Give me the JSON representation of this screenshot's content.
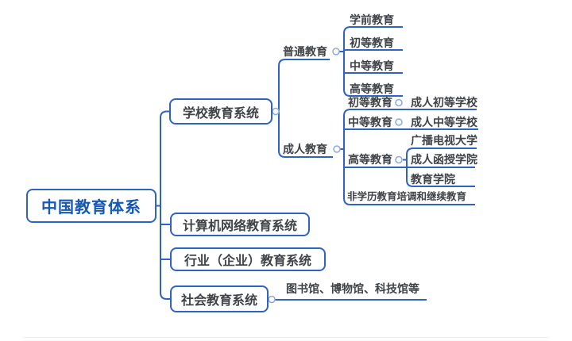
{
  "colors": {
    "line_blue": "#2e63c4",
    "root_text_blue": "#1458b8",
    "node_text": "#3f4347",
    "toggle_ring_blue": "#8aabdf",
    "background": "#ffffff"
  },
  "tree": {
    "label": "中国教育体系",
    "children": [
      {
        "label": "学校教育系统",
        "children": [
          {
            "label": "普通教育",
            "children": [
              {
                "label": "学前教育"
              },
              {
                "label": "初等教育"
              },
              {
                "label": "中等教育"
              },
              {
                "label": "高等教育"
              }
            ]
          },
          {
            "label": "成人教育",
            "children": [
              {
                "label": "初等教育",
                "children": [
                  {
                    "label": "成人初等学校"
                  }
                ]
              },
              {
                "label": "中等教育",
                "children": [
                  {
                    "label": "成人中等学校"
                  }
                ]
              },
              {
                "label": "高等教育",
                "children": [
                  {
                    "label": "广播电视大学"
                  },
                  {
                    "label": "成人函授学院"
                  },
                  {
                    "label": "教育学院"
                  }
                ]
              },
              {
                "label": "非学历教育培调和继续教育"
              }
            ]
          }
        ]
      },
      {
        "label": "计算机网络教育系统"
      },
      {
        "label": "行业（企业）教育系统"
      },
      {
        "label": "社会教育系统",
        "children": [
          {
            "label": "图书馆、博物馆、科技馆等"
          }
        ]
      }
    ]
  }
}
